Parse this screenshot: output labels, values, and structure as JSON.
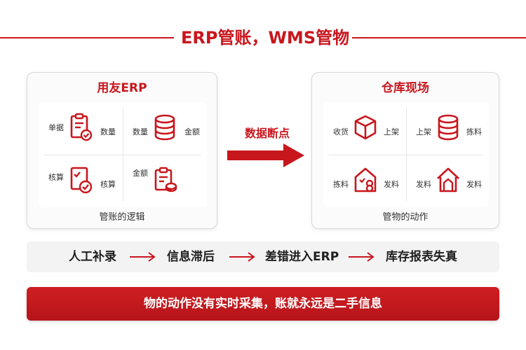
{
  "header": {
    "title": "ERP管账，WMS管物"
  },
  "left_panel": {
    "title": "用友ERP",
    "footer": "管账的逻辑",
    "cells": [
      {
        "left": "单据",
        "right": "数量",
        "icon": "document-check-icon"
      },
      {
        "left": "数量",
        "right": "金额",
        "icon": "database-icon"
      },
      {
        "left": "核算",
        "right": "核算",
        "icon": "checklist-icon"
      },
      {
        "left": "金额",
        "right": "",
        "icon": "clipboard-coin-icon"
      }
    ]
  },
  "middle": {
    "label": "数据断点",
    "icon": "right-arrow-icon"
  },
  "right_panel": {
    "title": "仓库现场",
    "footer": "管物的动作",
    "cells": [
      {
        "left": "收货",
        "right": "上架",
        "icon": "box-icon"
      },
      {
        "left": "上架",
        "right": "拣料",
        "icon": "database-icon"
      },
      {
        "left": "拣料",
        "right": "发料",
        "icon": "warehouse-tag-icon"
      },
      {
        "left": "发料",
        "right": "发料",
        "icon": "house-icon"
      }
    ]
  },
  "flow": {
    "steps": [
      "人工补录",
      "信息滞后",
      "差错进入ERP",
      "库存报表失真"
    ]
  },
  "banner": {
    "text": "物的动作没有实时采集，账就永远是二手信息"
  },
  "colors": {
    "accent": "#c8161d",
    "flow_bg": "#f3f3f3",
    "panel_border": "#d9d9d9"
  }
}
